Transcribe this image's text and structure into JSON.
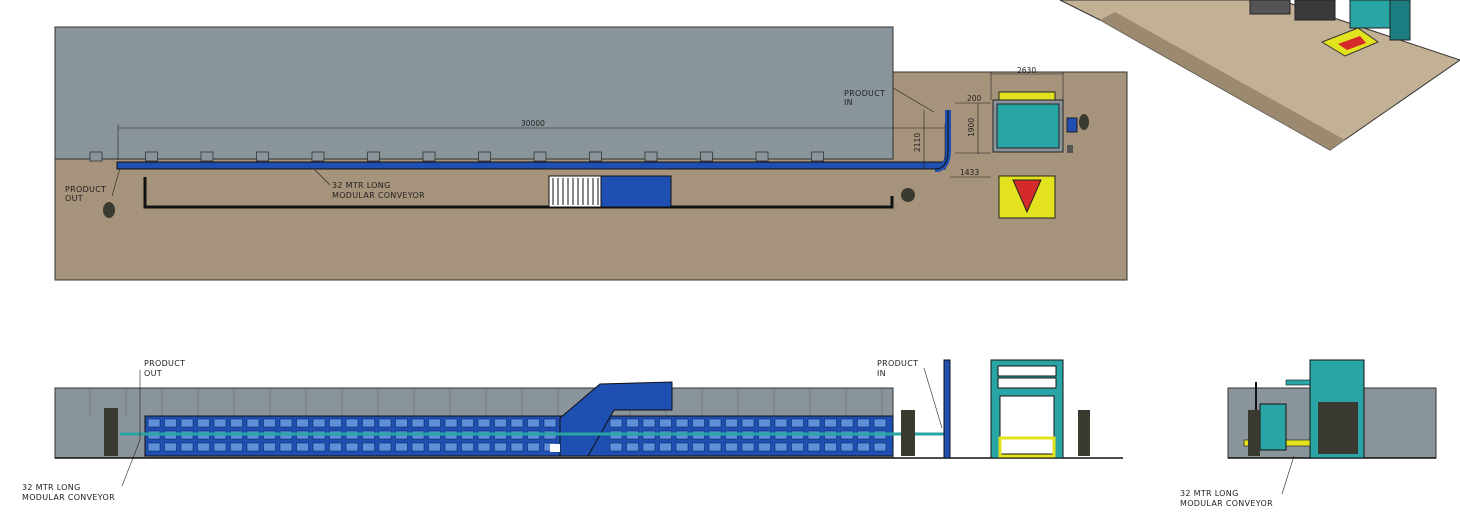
{
  "plan": {
    "product_in": [
      "PRODUCT",
      "IN"
    ],
    "product_out": [
      "PRODUCT",
      "OUT"
    ],
    "conveyor": [
      "32 MTR LONG",
      "MODULAR CONVEYOR"
    ],
    "dim_length": "30000",
    "dim_2630": "2630",
    "dim_200": "200",
    "dim_1900": "1900",
    "dim_2110": "2110",
    "dim_1433": "1433"
  },
  "elevation": {
    "product_out": [
      "PRODUCT",
      "OUT"
    ],
    "product_in": [
      "PRODUCT",
      "IN"
    ],
    "conveyor": [
      "32 MTR LONG",
      "MODULAR CONVEYOR"
    ]
  },
  "side_view": {
    "conveyor": [
      "32 MTR LONG",
      "MODULAR CONVEYOR"
    ]
  },
  "colors": {
    "wall": "#8a949b",
    "floor": "#a6937b",
    "conveyor": "#1f4fb0",
    "machine": "#2aa5a5",
    "safety_yellow": "#e2e21e",
    "arrow_red": "#d52a2a",
    "iso_floor": "#c3b196"
  }
}
